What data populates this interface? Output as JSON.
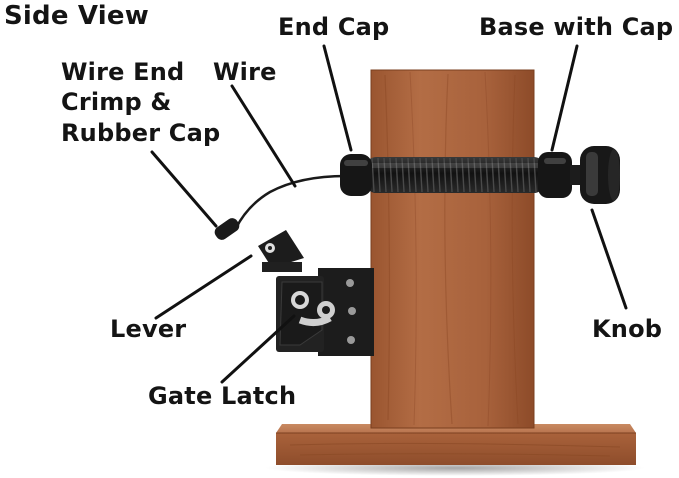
{
  "diagram": {
    "title": "Side View",
    "labels": {
      "end_cap": "End Cap",
      "base_with_cap": "Base with Cap",
      "wire_end": [
        "Wire End",
        "Crimp &",
        "Rubber Cap"
      ],
      "wire": "Wire",
      "lever": "Lever",
      "knob": "Knob",
      "gate_latch": "Gate Latch"
    },
    "colors": {
      "text": "#141414",
      "leader_line": "#111111",
      "post_wood": "#a8623c",
      "base_wood": "#b8744e",
      "hardware": "#1c1c1c"
    }
  }
}
